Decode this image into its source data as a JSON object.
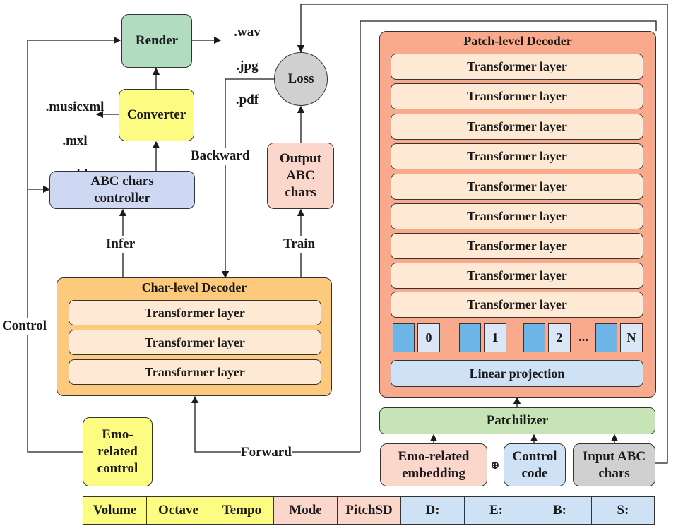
{
  "render": {
    "label": "Render"
  },
  "outputs_render": {
    "line1": ".wav",
    "line2": ".jpg",
    "line3": ".pdf"
  },
  "converter": {
    "label": "Converter"
  },
  "outputs_converter": {
    "line1": ".musicxml",
    "line2": ".mxl",
    "line3": ".mid"
  },
  "abc_controller": {
    "label": "ABC chars\ncontroller"
  },
  "loss": {
    "label": "Loss"
  },
  "output_abc": {
    "label": "Output\nABC\nchars"
  },
  "edge_labels": {
    "backward": "Backward",
    "infer": "Infer",
    "train": "Train",
    "control": "Control",
    "forward": "Forward"
  },
  "char_decoder": {
    "title": "Char-level Decoder",
    "layers": [
      "Transformer layer",
      "Transformer layer",
      "Transformer layer"
    ]
  },
  "emo_control": {
    "label": "Emo-\nrelated\ncontrol"
  },
  "patch_decoder": {
    "title": "Patch-level Decoder",
    "layers": [
      "Transformer layer",
      "Transformer layer",
      "Transformer layer",
      "Transformer layer",
      "Transformer layer",
      "Transformer layer",
      "Transformer layer",
      "Transformer layer",
      "Transformer layer"
    ],
    "tokens": [
      "0",
      "1",
      "2",
      "N"
    ],
    "ellipsis": "...",
    "projection": "Linear projection"
  },
  "patchilizer": {
    "label": "Patchilizer"
  },
  "emo_embedding": {
    "label": "Emo-related\nembedding"
  },
  "concat_symbol": "⊕",
  "control_code": {
    "label": "Control\ncode"
  },
  "input_abc": {
    "label": "Input ABC\nchars"
  },
  "control_bar": [
    "Volume",
    "Octave",
    "Tempo",
    "Mode",
    "PitchSD",
    "D:",
    "E:",
    "B:",
    "S:"
  ],
  "colors": {
    "green": "#b2dcc0",
    "yellow": "#fdfc82",
    "lavender": "#cfd8f2",
    "pink": "#fbd6cb",
    "orange": "#fcc97d",
    "salmon": "#f9a98c",
    "light_green": "#c6e4b5",
    "light_blue": "#cfe2f5",
    "gray": "#d0d0d0"
  }
}
